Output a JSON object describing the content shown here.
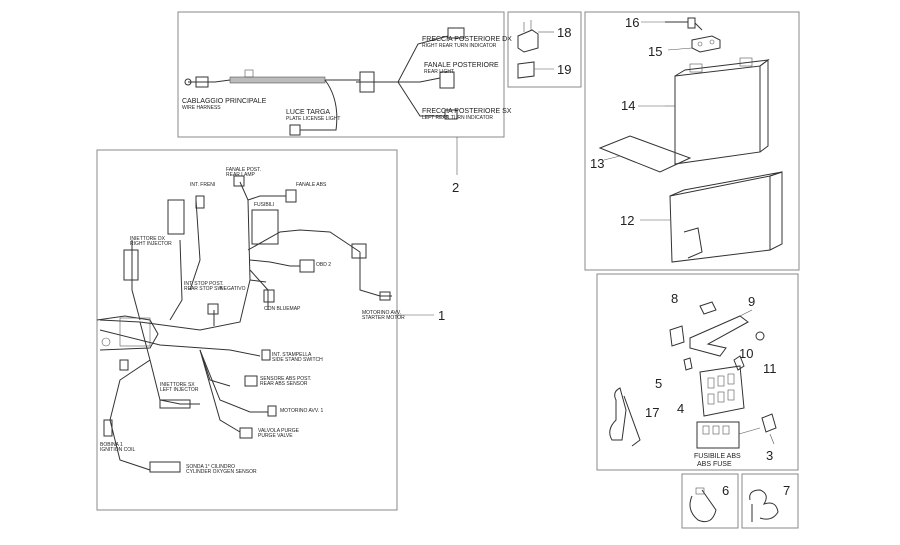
{
  "callouts": [
    "1",
    "2",
    "3",
    "4",
    "5",
    "6",
    "7",
    "8",
    "9",
    "10",
    "11",
    "12",
    "13",
    "14",
    "15",
    "16",
    "17",
    "18",
    "19"
  ],
  "harness_labels": {
    "freccia_dx": "FRECCIA POSTERIORE DX",
    "freccia_dx_sub": "RIGHT REAR TURN INDICATOR",
    "fanale_post": "FANALE POSTERIORE",
    "fanale_post_sub": "REAR LIGHT",
    "freccia_sx": "FRECCIA POSTERIORE SX",
    "freccia_sx_sub": "LEFT REAR TURN INDICATOR",
    "cablaggio": "CABLAGGIO PRINCIPALE",
    "cablaggio_sub": "WIRE HARNESS",
    "luce_targa": "LUCE TARGA",
    "luce_targa_sub": "PLATE LICENSE LIGHT"
  },
  "main_labels": {
    "fanale_post": "FANALE POST.",
    "fanale_post_sub": "REAR LAMP",
    "fanale_abs": "FANALE ABS",
    "fusibili": "FUSIBILI",
    "int_freni": "INT. FRENI",
    "iniettore_dx": "INIETTORE DX",
    "iniettore_dx_sub": "RIGHT INJECTOR",
    "int_stop_post": "INT. STOP POST.",
    "int_stop_sub": "REAR STOP SW",
    "negativo": "NEGATIVO",
    "obd2": "OBD 2",
    "con_bluemap": "CON BLUEMAP",
    "motorino_avv": "MOTORINO AVV.",
    "motorino_sub": "STARTER MOTOR",
    "int_stampella": "INT. STAMPELLA",
    "int_stampella_sub": "SIDE STAND SWITCH",
    "sensore_abs": "SENSORE ABS POST.",
    "sensore_abs_sub": "REAR ABS SENSOR",
    "iniettore_sx": "INIETTORE SX",
    "iniettore_sx_sub": "LEFT INJECTOR",
    "motorino_avv_1": "MOTORINO AVV. 1",
    "valvola_purge": "VALVOLA PURGE",
    "valvola_purge_sub": "PURGE VALVE",
    "bobina": "BOBINA 1",
    "bobina_sub": "IGNITION COIL",
    "sonda": "SONDA 1° CILINDRO",
    "sonda_sub": "CYLINDER OXYGEN SENSOR",
    "fusibile_abs": "FUSIBILE ABS",
    "abs_fuse": "ABS FUSE"
  }
}
